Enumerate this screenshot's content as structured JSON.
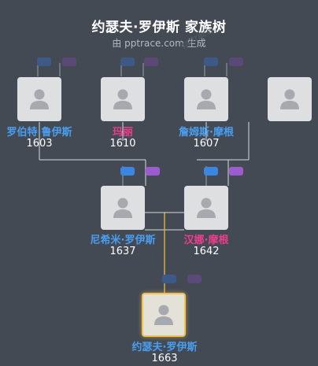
{
  "header": {
    "title": "约瑟夫·罗伊斯 家族树",
    "subtitle": "由 pptrace.com 生成",
    "watermark": "pptrace"
  },
  "colors": {
    "background": "#434a54",
    "male": "#4a9ef0",
    "female": "#ee3d8e",
    "focus_border": "#f0c24f",
    "line": "#d9dbde",
    "focus_line": "#d8a94a"
  },
  "people": {
    "robert": {
      "name": "罗伯特·鲁伊斯",
      "year": "1603"
    },
    "mary": {
      "name": "玛丽",
      "year": "1610"
    },
    "james": {
      "name": "詹姆斯·摩根",
      "year": "1607"
    },
    "unknown": {
      "name": "",
      "year": ""
    },
    "nehemiah": {
      "name": "尼希米·罗伊斯",
      "year": "1637"
    },
    "hannah": {
      "name": "汉娜·摩根",
      "year": "1642"
    },
    "joseph": {
      "name": "约瑟夫·罗伊斯",
      "year": "1663"
    }
  }
}
